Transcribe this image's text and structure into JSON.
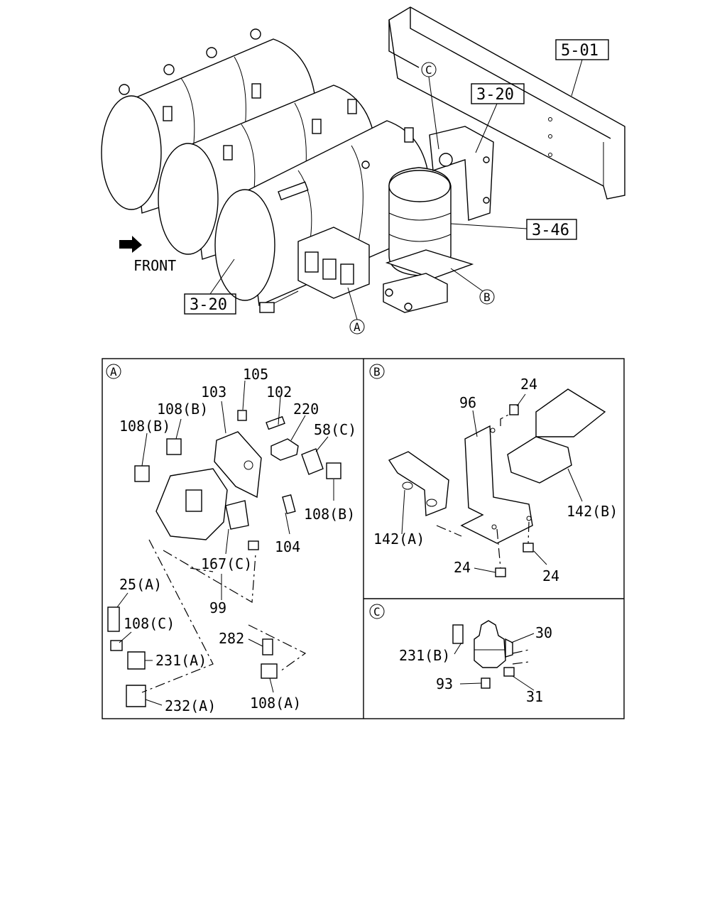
{
  "overview": {
    "front_label": "FRONT",
    "refs": {
      "frame": "5-01",
      "tank_upper": "3-20",
      "tank_lower": "3-20",
      "dryer": "3-46"
    },
    "detail_markers": {
      "a": "A",
      "b": "B",
      "c": "C"
    }
  },
  "panel_a": {
    "marker": "A",
    "labels": {
      "p105": "105",
      "p103": "103",
      "p102": "102",
      "p220": "220",
      "p108b_1": "108(B)",
      "p108b_2": "108(B)",
      "p58c": "58(C)",
      "p108b_3": "108(B)",
      "p104": "104",
      "p167c": "167(C)",
      "p99": "99",
      "p25a": "25(A)",
      "p108c": "108(C)",
      "p231a": "231(A)",
      "p232a": "232(A)",
      "p282": "282",
      "p108a": "108(A)"
    }
  },
  "panel_b": {
    "marker": "B",
    "labels": {
      "p96": "96",
      "p24_top": "24",
      "p142a": "142(A)",
      "p142b": "142(B)",
      "p24_left": "24",
      "p24_right": "24"
    }
  },
  "panel_c": {
    "marker": "C",
    "labels": {
      "p30": "30",
      "p231b": "231(B)",
      "p93": "93",
      "p31": "31"
    }
  }
}
